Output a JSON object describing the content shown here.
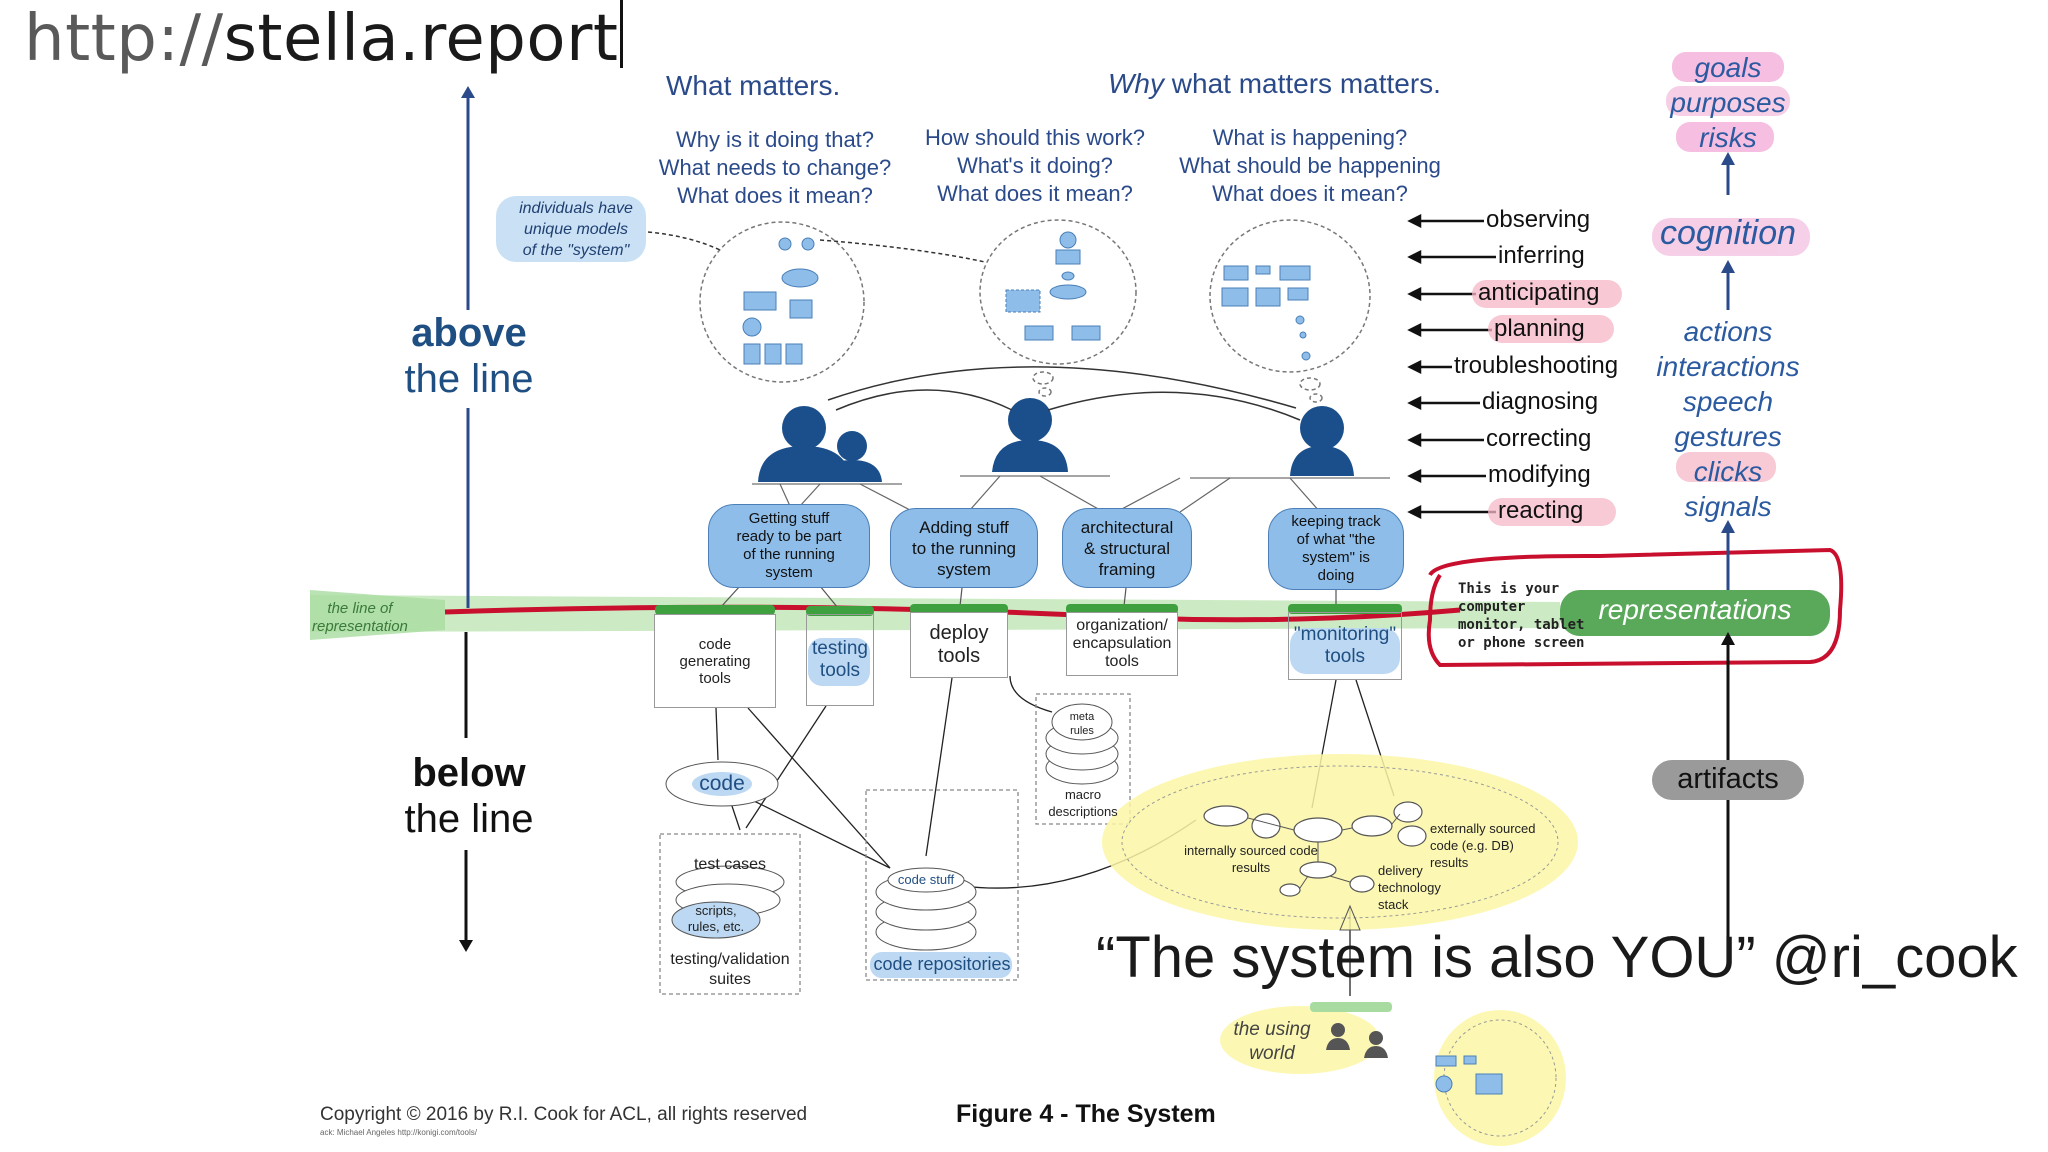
{
  "url": {
    "protocol": "http://",
    "host": "stella.report"
  },
  "headings": {
    "what_matters": "What matters.",
    "why_italic": "Why",
    "why_rest": " what matters matters."
  },
  "questions": {
    "col1": [
      "Why is it doing that?",
      "What needs to change?",
      "What does it mean?"
    ],
    "col2": [
      "How should this work?",
      "What's it doing?",
      "What does it mean?"
    ],
    "col3": [
      "What is happening?",
      "What should be happening",
      "What does it mean?"
    ]
  },
  "note": [
    "individuals have",
    "unique models",
    "of the \"system\""
  ],
  "above": {
    "bold": "above",
    "rest": "the line"
  },
  "below": {
    "bold": "below",
    "rest": "the line"
  },
  "verbs": [
    "observing",
    "inferring",
    "anticipating",
    "planning",
    "troubleshooting",
    "diagnosing",
    "correcting",
    "modifying",
    "reacting"
  ],
  "right_col": {
    "top": [
      "goals",
      "purposes",
      "risks"
    ],
    "cognition": "cognition",
    "middle": [
      "actions",
      "interactions",
      "speech",
      "gestures",
      "clicks",
      "signals"
    ],
    "representations": "representations",
    "artifacts": "artifacts"
  },
  "monitor_note": [
    "This is your",
    "computer",
    "monitor, tablet",
    "or phone screen"
  ],
  "line_label": [
    "the line of",
    "representation"
  ],
  "activities": [
    [
      "Getting stuff",
      "ready to be part",
      "of the running",
      "system"
    ],
    [
      "Adding stuff",
      "to the running",
      "system"
    ],
    [
      "architectural",
      "& structural",
      "framing"
    ],
    [
      "keeping track",
      "of what \"the",
      "system\" is",
      "doing"
    ]
  ],
  "tools": [
    [
      "code",
      "generating",
      "tools"
    ],
    [
      "testing",
      "tools"
    ],
    [
      "deploy",
      "tools"
    ],
    [
      "organization/",
      "encapsulation",
      "tools"
    ],
    [
      "\"monitoring\"",
      "tools"
    ]
  ],
  "lower": {
    "code": "code",
    "test_cases": "test cases",
    "scripts": [
      "scripts,",
      "rules, etc."
    ],
    "testing_suites": [
      "testing/validation",
      "suites"
    ],
    "code_stuff": "code stuff",
    "code_repos": "code repositories",
    "meta_rules": [
      "meta",
      "rules"
    ],
    "macro": [
      "macro",
      "descriptions"
    ],
    "internal": [
      "internally sourced code",
      "results"
    ],
    "external": [
      "externally sourced",
      "code (e.g. DB)",
      "results"
    ],
    "delivery": [
      "delivery",
      "technology",
      "stack"
    ],
    "using_world": [
      "the using",
      "world"
    ]
  },
  "quote": "“The system is also YOU” @ri_cook",
  "caption": "Figure 4 - The System",
  "copyright": "Copyright © 2016 by R.I. Cook for ACL, all rights reserved",
  "ack": "ack: Michael Angeles http://konigi.com/tools/",
  "colors": {
    "blue": "#2b4a8a",
    "bubble": "#8dbde8",
    "pink": "#f6b8c8",
    "green": "#8fd08a",
    "red": "#c8102e",
    "yellow": "#fbf7a6"
  }
}
